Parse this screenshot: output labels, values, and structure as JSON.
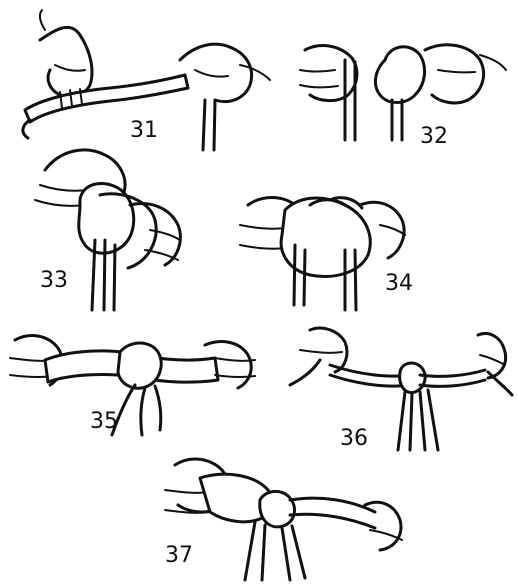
{
  "figure": {
    "steps": [
      {
        "id": "31",
        "label": "31"
      },
      {
        "id": "32",
        "label": "32"
      },
      {
        "id": "33",
        "label": "33"
      },
      {
        "id": "34",
        "label": "34"
      },
      {
        "id": "35",
        "label": "35"
      },
      {
        "id": "36",
        "label": "36"
      },
      {
        "id": "37",
        "label": "37"
      }
    ]
  }
}
